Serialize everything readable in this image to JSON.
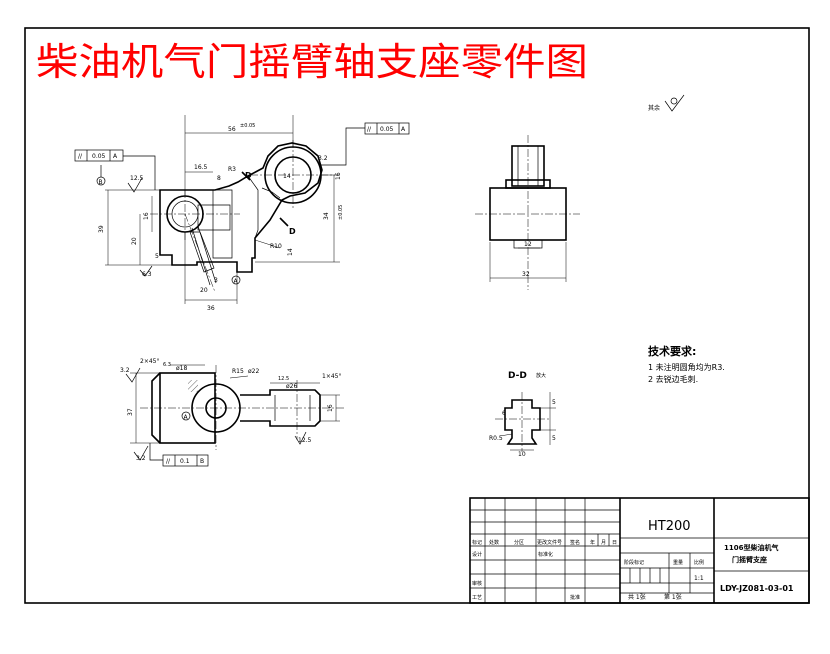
{
  "title": "柴油机气门摇臂轴支座零件图",
  "colors": {
    "title": "#ff0000",
    "line": "#000000",
    "background": "#ffffff"
  },
  "roughness_note": "其余",
  "tolerance_frames": [
    {
      "symbol": "//",
      "value": "0.05",
      "datum": "A"
    },
    {
      "symbol": "//",
      "value": "0.05",
      "datum": "A"
    },
    {
      "symbol": "//",
      "value": "0.1",
      "datum": "B"
    }
  ],
  "datum_labels": [
    "B",
    "A",
    "A"
  ],
  "section_marks": [
    "D",
    "D"
  ],
  "front_view_dims": [
    "56",
    "16.5",
    "8",
    "R3",
    "14",
    "16",
    "39",
    "20",
    "5",
    "6.3",
    "36",
    "20",
    "R10",
    "14",
    "34",
    "12.5",
    "3.2"
  ],
  "side_view_dims": [
    "12",
    "32"
  ],
  "bottom_view_dims": [
    "2×45°",
    "3.2",
    "ø18",
    "R15",
    "ø22",
    "ø26",
    "1×45°",
    "12.5",
    "16",
    "3.2",
    "6.3",
    "12.5"
  ],
  "section_view": {
    "label": "D-D",
    "suffix": "放大",
    "dims": [
      "6",
      "5",
      "5",
      "R0.5",
      "10"
    ]
  },
  "tech_requirements": {
    "heading": "技术要求:",
    "items": [
      "1  未注明圆角均为R3.",
      "2  去锐边毛刺."
    ]
  },
  "title_block": {
    "material": "HT200",
    "part_name_line1": "1106型柴油机气",
    "part_name_line2": "门摇臂支座",
    "drawing_number": "LDY-JZ081-03-01",
    "scale": "1:1",
    "sheet_total": "共 1张",
    "sheet_index": "第 1张",
    "labels": [
      "标记",
      "处数",
      "分区",
      "更改文件号",
      "签名",
      "年",
      "月",
      "日",
      "设计",
      "标准化",
      "阶段标记",
      "重量",
      "比例",
      "审核",
      "工艺",
      "批准"
    ]
  }
}
